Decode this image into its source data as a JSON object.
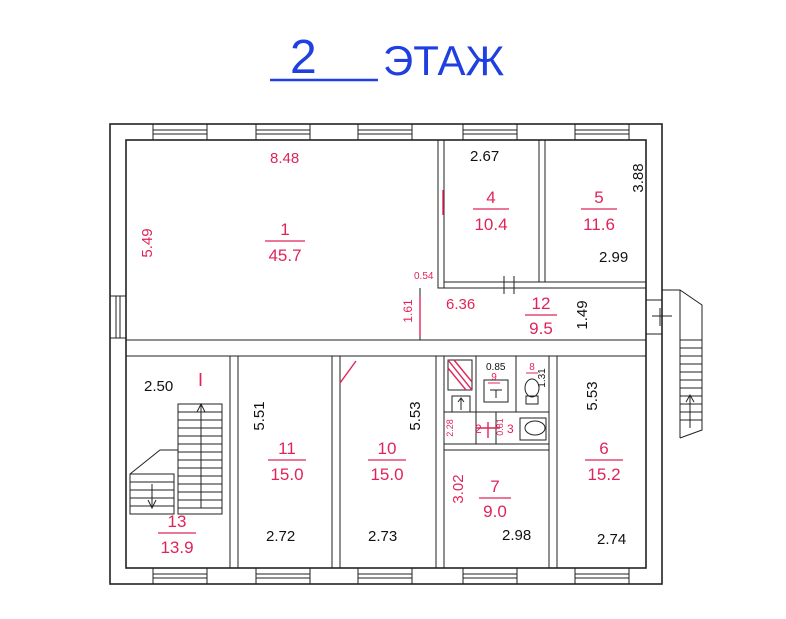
{
  "title": {
    "number": "2",
    "word": "ЭТАЖ"
  },
  "rooms": [
    {
      "id": "room-1",
      "num": "1",
      "area": "45.7"
    },
    {
      "id": "room-4",
      "num": "4",
      "area": "10.4"
    },
    {
      "id": "room-5",
      "num": "5",
      "area": "11.6"
    },
    {
      "id": "room-12",
      "num": "12",
      "area": "9.5"
    },
    {
      "id": "room-11",
      "num": "11",
      "area": "15.0"
    },
    {
      "id": "room-10",
      "num": "10",
      "area": "15.0"
    },
    {
      "id": "room-6",
      "num": "6",
      "area": "15.2"
    },
    {
      "id": "room-7",
      "num": "7",
      "area": "9.0"
    },
    {
      "id": "room-13",
      "num": "13",
      "area": "13.9"
    }
  ],
  "small_labels": {
    "stair_mark": "I",
    "room9": "9",
    "room8": "8",
    "room2": "2",
    "room3": "3"
  },
  "dimensions": {
    "d_848": "8.48",
    "d_549": "5.49",
    "d_267": "2.67",
    "d_388": "3.88",
    "d_299": "2.99",
    "d_054": "0.54",
    "d_161": "1.61",
    "d_636": "6.36",
    "d_149": "1.49",
    "d_250": "2.50",
    "d_551": "5.51",
    "d_553a": "5.53",
    "d_553b": "5.53",
    "d_085": "0.85",
    "d_131": "1.31",
    "d_228": "2.28",
    "d_081": "0.81",
    "d_302": "3.02",
    "d_272": "2.72",
    "d_273": "2.73",
    "d_298": "2.98",
    "d_274": "2.74"
  }
}
